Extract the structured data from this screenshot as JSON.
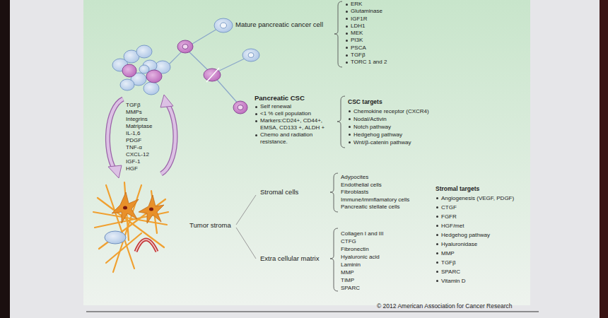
{
  "diagram": {
    "labels": [
      "Mature pancreatic cancer cell",
      "ERK",
      "Glutaminase",
      "IGF1R",
      "LDH1",
      "MEK",
      "PI3K",
      "PSCA",
      "TGFβ",
      "TORC 1 and 2",
      "Pancreatic CSC",
      "Self renewal",
      "<1 % cell population",
      "Markers:CD24+, CD44+, EMSA, CD133 +, ALDH +",
      "Chemo and radiation resistance.",
      "CSC targets",
      "Chemokine receptor (CXCR4)",
      "Nodal/Activin",
      "Notch pathway",
      "Hedgehog pathway",
      "Wnt/β-catenin pathway",
      "TGFβ",
      "MMPs",
      "Integrins",
      "Matriptase",
      "IL-1,6",
      "PDGF",
      "TNF-α",
      "CXCL-12",
      "IGF-1",
      "HGF",
      "Tumor stroma",
      "Stromal cells",
      "Adypocites",
      "Endothelial cells",
      "Fibroblasts",
      "Immune/immflamatory cells",
      "Pancreatic stellate cells",
      "Stromal targets",
      "Angiogenesis (VEGF, PDGF)",
      "CTGF",
      "FGFR",
      "HGF/met",
      "Hedgehog pathway",
      "Hyaluronidase",
      "MMP",
      "TGFβ",
      "SPARC",
      "Vitamin D",
      "Extra cellular matrix",
      "Collagen I and III",
      "CTFG",
      "Fibronectin",
      "Hyaluronic acid",
      "Laminin",
      "MMP",
      "TIMP",
      "SPARC",
      "© 2012 American Association for Cancer Research"
    ]
  }
}
